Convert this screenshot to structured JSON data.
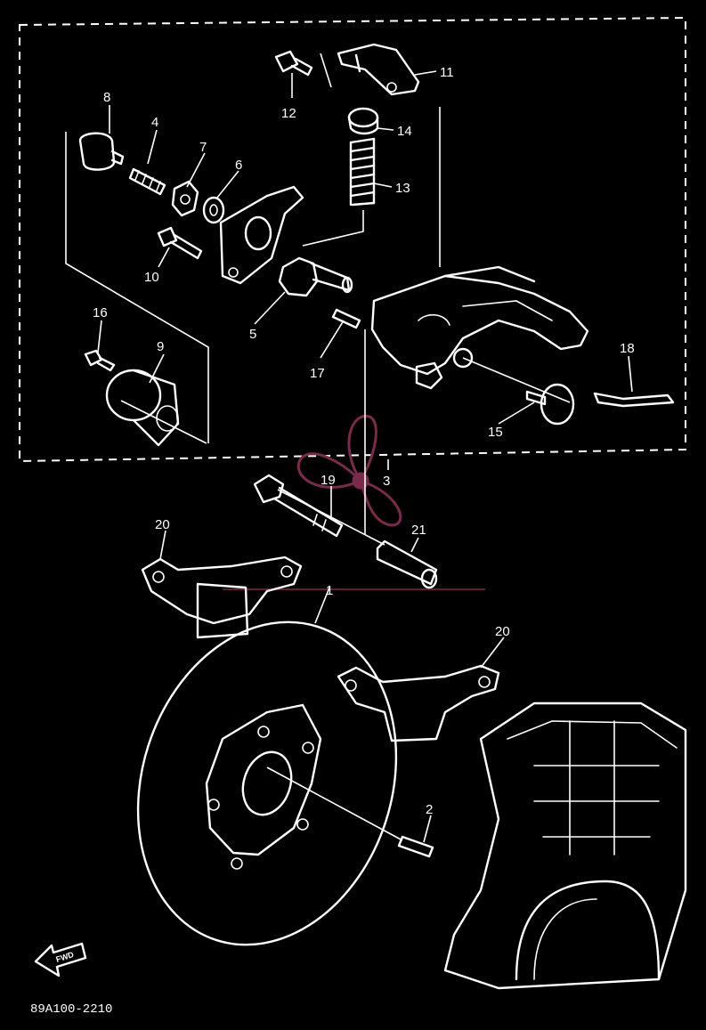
{
  "diagram": {
    "part_labels": [
      "1",
      "2",
      "3",
      "4",
      "5",
      "6",
      "7",
      "8",
      "9",
      "10",
      "11",
      "12",
      "13",
      "14",
      "15",
      "16",
      "17",
      "18",
      "19",
      "20",
      "20",
      "21"
    ],
    "figure_code": "89A100-2210",
    "fwd_label": "FWD"
  },
  "colors": {
    "background": "#000000",
    "line": "#ffffff",
    "logo": "#7a2a4a"
  }
}
